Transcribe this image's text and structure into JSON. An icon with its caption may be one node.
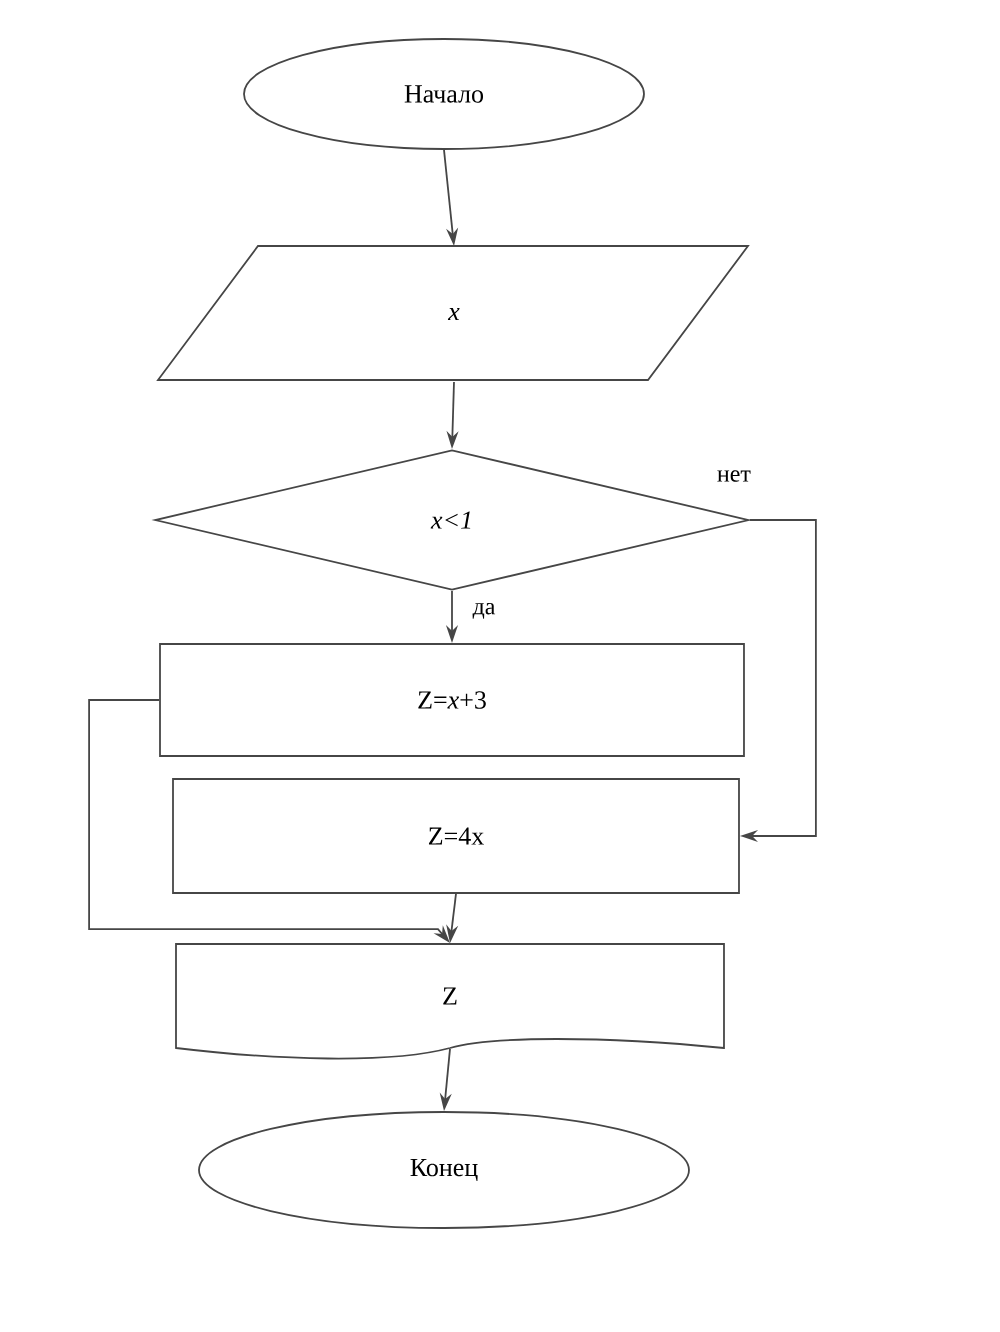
{
  "diagram": {
    "nodes": [
      {
        "text": [
          "Начало"
        ]
      },
      {
        "text": [
          "x"
        ]
      },
      {
        "text": [
          "x<1"
        ]
      },
      {
        "text": [
          "Z=*x*+3"
        ]
      },
      {
        "text": [
          "Z=4x"
        ]
      },
      {
        "text": [
          "Z"
        ]
      },
      {
        "text": [
          "Конец"
        ]
      }
    ],
    "edges": [
      {
        "from": 0,
        "to": 1,
        "arrow": "to"
      },
      {
        "from": 1,
        "to": 2,
        "arrow": "to"
      },
      {
        "from": 2,
        "to": 3,
        "arrow": "to",
        "label": "да"
      },
      {
        "from": 2,
        "to": 4,
        "arrow": "to",
        "label": "нет"
      },
      {
        "from": 3,
        "to": 5,
        "arrow": "to"
      },
      {
        "from": 4,
        "to": 5,
        "arrow": "to"
      },
      {
        "from": 5,
        "to": 6,
        "arrow": "to"
      }
    ]
  }
}
